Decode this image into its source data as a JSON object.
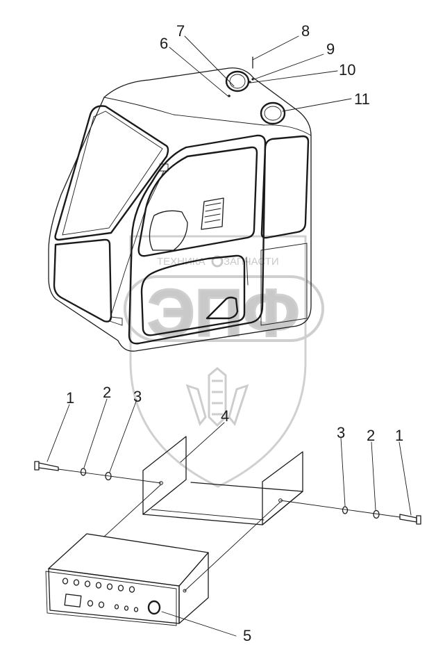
{
  "watermark": {
    "top_text": "ТЕХНИКА",
    "top_text_right": "ЗАПЧАСТИ",
    "letters": "ЭПФ",
    "gear_color": "#c8c8c8"
  },
  "callouts": [
    {
      "id": "c6",
      "label": "6"
    },
    {
      "id": "c7",
      "label": "7"
    },
    {
      "id": "c8",
      "label": "8"
    },
    {
      "id": "c9",
      "label": "9"
    },
    {
      "id": "c10",
      "label": "10"
    },
    {
      "id": "c11",
      "label": "11"
    },
    {
      "id": "c1l",
      "label": "1"
    },
    {
      "id": "c2l",
      "label": "2"
    },
    {
      "id": "c3l",
      "label": "3"
    },
    {
      "id": "c4",
      "label": "4"
    },
    {
      "id": "c3r",
      "label": "3"
    },
    {
      "id": "c2r",
      "label": "2"
    },
    {
      "id": "c1r",
      "label": "1"
    },
    {
      "id": "c5",
      "label": "5"
    }
  ]
}
